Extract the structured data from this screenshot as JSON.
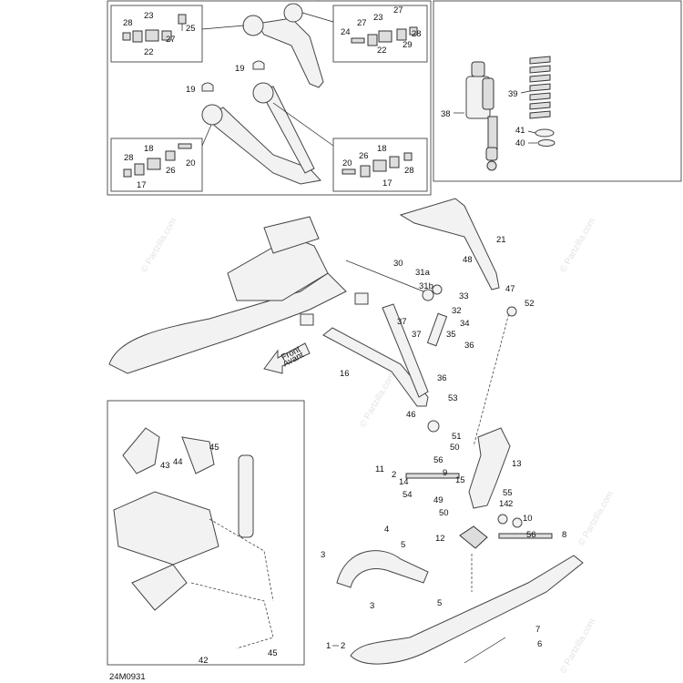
{
  "watermark": {
    "text": "© Partzilla.com"
  },
  "drawing_code": "24M0931",
  "direction_arrow": {
    "line1": "Front",
    "line2": "Avant"
  },
  "labels": {
    "l28a": "28",
    "l23a": "23",
    "l25": "25",
    "l27a": "27",
    "l22a": "22",
    "l24": "24",
    "l27b": "27",
    "l23b": "23",
    "l27c": "27",
    "l28b": "28",
    "l29": "29",
    "l22b": "22",
    "l19a": "19",
    "l19b": "19",
    "l28c": "28",
    "l18a": "18",
    "l26a": "26",
    "l20a": "20",
    "l17a": "17",
    "l20b": "20",
    "l26b": "26",
    "l18b": "18",
    "l28d": "28",
    "l17b": "17",
    "l38": "38",
    "l39": "39",
    "l41": "41",
    "l40": "40",
    "l21": "21",
    "l48": "48",
    "l30": "30",
    "l31a": "31a",
    "l31b": "31b",
    "l33": "33",
    "l47": "47",
    "l52": "52",
    "l32": "32",
    "l34": "34",
    "l37a": "37",
    "l37b": "37",
    "l35": "35",
    "l36a": "36",
    "l36b": "36",
    "l16": "16",
    "l53": "53",
    "l46": "46",
    "l51": "51",
    "l50a": "50",
    "l13": "13",
    "l11": "11",
    "l56a": "56",
    "l2a": "2",
    "l9": "9",
    "l14a": "14",
    "l15": "15",
    "l54": "54",
    "l49": "49",
    "l50b": "50",
    "l55": "55",
    "l2b": "2",
    "l14b": "14",
    "l10": "10",
    "l56b": "56",
    "l8": "8",
    "l12": "12",
    "l4": "4",
    "l5a": "5",
    "l5b": "5",
    "l3a": "3",
    "l3b": "3",
    "l7": "7",
    "l6": "6",
    "l1": "1",
    "l2c": "2",
    "l45a": "45",
    "l43": "43",
    "l44": "44",
    "l42": "42",
    "l45b": "45"
  }
}
